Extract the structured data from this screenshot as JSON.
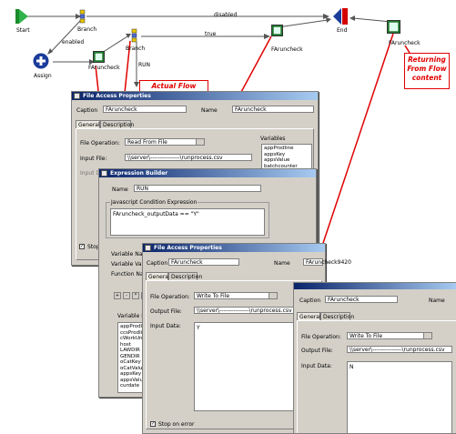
{
  "flow": {
    "nodes": {
      "start": "Start",
      "branch_top": "Branch",
      "enabled": "enabled",
      "assign": "Assign",
      "faruncheck_left": "FAruncheck",
      "branch_mid": "Branch",
      "run": "RUN",
      "true": "true",
      "faruncheck_mid": "FAruncheck",
      "disabled": "disabled",
      "end": "End",
      "faruncheck_right": "FAruncheck"
    },
    "callouts": {
      "actual": "Actual Flow Content",
      "returning": "Returning From Flow content"
    }
  },
  "dlg1": {
    "title": "File Access Properties",
    "caption_label": "Caption",
    "caption_value": "FAruncheck",
    "name_label": "Name",
    "name_value": "FAruncheck",
    "tab_general": "General",
    "tab_description": "Description",
    "fileop_label": "File Operation:",
    "fileop_value": "Read From File",
    "input_label": "Input File:",
    "input_value": "\\\\server\\---------------\\runprocess.csv",
    "inputdata_label": "Input Da",
    "variables_label": "Variables",
    "variables": [
      "appProdline",
      "appsKey",
      "appsValue",
      "batchcounter"
    ],
    "stop_label": "Stop"
  },
  "dlg2": {
    "title": "Expression Builder",
    "name_label": "Name",
    "name_value": "RUN",
    "expr_group": "Javascript Condition Expression",
    "expr_value": "FAruncheck_outputData == \"Y\"",
    "varname_label": "Variable Nar",
    "varvalue_label": "Variable Valu",
    "funcname_label": "Function Nar",
    "varlist_label": "Variable Li",
    "varlist": [
      "appProdline",
      "ccsProdlin",
      "cWorkUnit",
      "host",
      "LAWDIR",
      "GENDIR",
      "oCatKey",
      "oCatValue",
      "appsKey",
      "appsValue",
      "curdate"
    ],
    "ops": [
      "+",
      "-",
      "*",
      "/"
    ]
  },
  "dlg3": {
    "title": "File Access Properties",
    "caption_label": "Caption",
    "caption_value": "FAruncheck",
    "name_label": "Name",
    "name_value": "FAruncheck9420",
    "tab_general": "General",
    "tab_description": "Description",
    "fileop_label": "File Operation:",
    "fileop_value": "Write To File",
    "output_label": "Output File:",
    "output_value": "\\\\server\\---------------\\runprocess.csv",
    "inputdata_label": "Input Data:",
    "inputdata_value": "Y",
    "stop_label": "Stop on error"
  },
  "dlg4": {
    "caption_label": "Caption",
    "caption_value": "FAruncheck",
    "name_label": "Name",
    "tab_general": "General",
    "tab_description": "Description",
    "fileop_label": "File Operation:",
    "fileop_value": "Write To File",
    "output_label": "Output File:",
    "output_value": "\\\\server\\---------------\\runprocess.csv",
    "inputdata_label": "Input Data:",
    "inputdata_value": "N"
  },
  "colors": {
    "red": "#e00000",
    "titlebar": "#0a246a",
    "dialog": "#d4d0c8",
    "start_green": "#1a8a2a",
    "assign_blue": "#1a3c9a"
  }
}
